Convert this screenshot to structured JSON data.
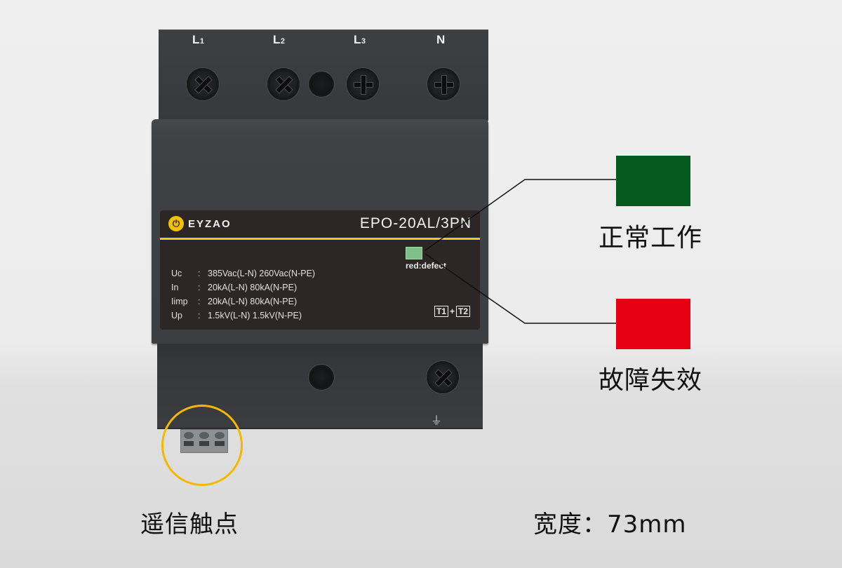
{
  "device": {
    "terminals_top": [
      {
        "label": "L",
        "sub": "1"
      },
      {
        "label": "L",
        "sub": "2"
      },
      {
        "label": "L",
        "sub": "3"
      },
      {
        "label": "N",
        "sub": ""
      }
    ],
    "brand": "EYZAO",
    "brand_logo_glyph": "plug-icon",
    "model": "EPO-20AL/3PN",
    "indicator_label": "red:defect",
    "indicator_color": "#7fc08a",
    "specs": [
      {
        "key": "Uc",
        "value": "385Vac(L-N) 260Vac(N-PE)"
      },
      {
        "key": "In",
        "value": "20kA(L-N) 80kA(N-PE)"
      },
      {
        "key": "Iimp",
        "value": "20kA(L-N) 80kA(N-PE)"
      },
      {
        "key": "Up",
        "value": "1.5kV(L-N) 1.5kV(N-PE)"
      }
    ],
    "type_badges": {
      "t1": "T1",
      "plus": "+",
      "t2": "T2"
    },
    "ground_symbol": "⏚"
  },
  "legend": {
    "normal": {
      "label": "正常工作",
      "color": "#045a1e"
    },
    "fault": {
      "label": "故障失效",
      "color": "#e60012"
    }
  },
  "captions": {
    "remote_contact": "遥信触点",
    "width": "宽度：73mm"
  },
  "colors": {
    "accent_yellow": "#f2cc00",
    "highlight_circle": "#f5b800",
    "device_body": "#3c3e42",
    "label_panel": "#2c2725"
  }
}
